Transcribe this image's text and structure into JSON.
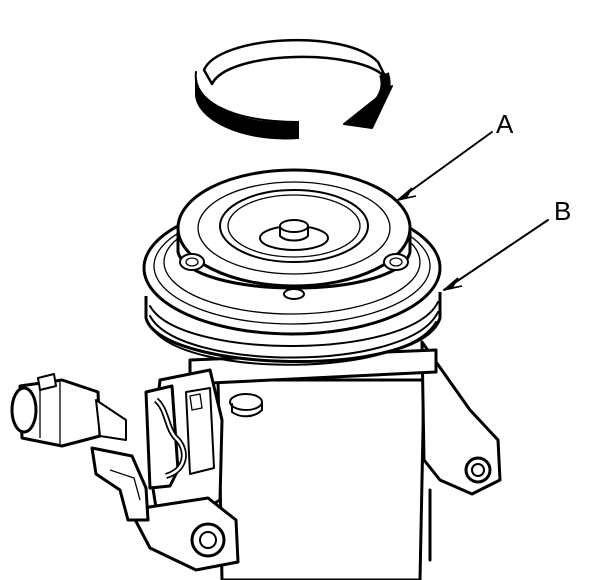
{
  "callouts": [
    {
      "id": "A",
      "label": "A"
    },
    {
      "id": "B",
      "label": "B"
    }
  ],
  "rotation_arrow": {
    "direction": "clockwise"
  },
  "colors": {
    "line": "#000000",
    "background": "#ffffff"
  }
}
